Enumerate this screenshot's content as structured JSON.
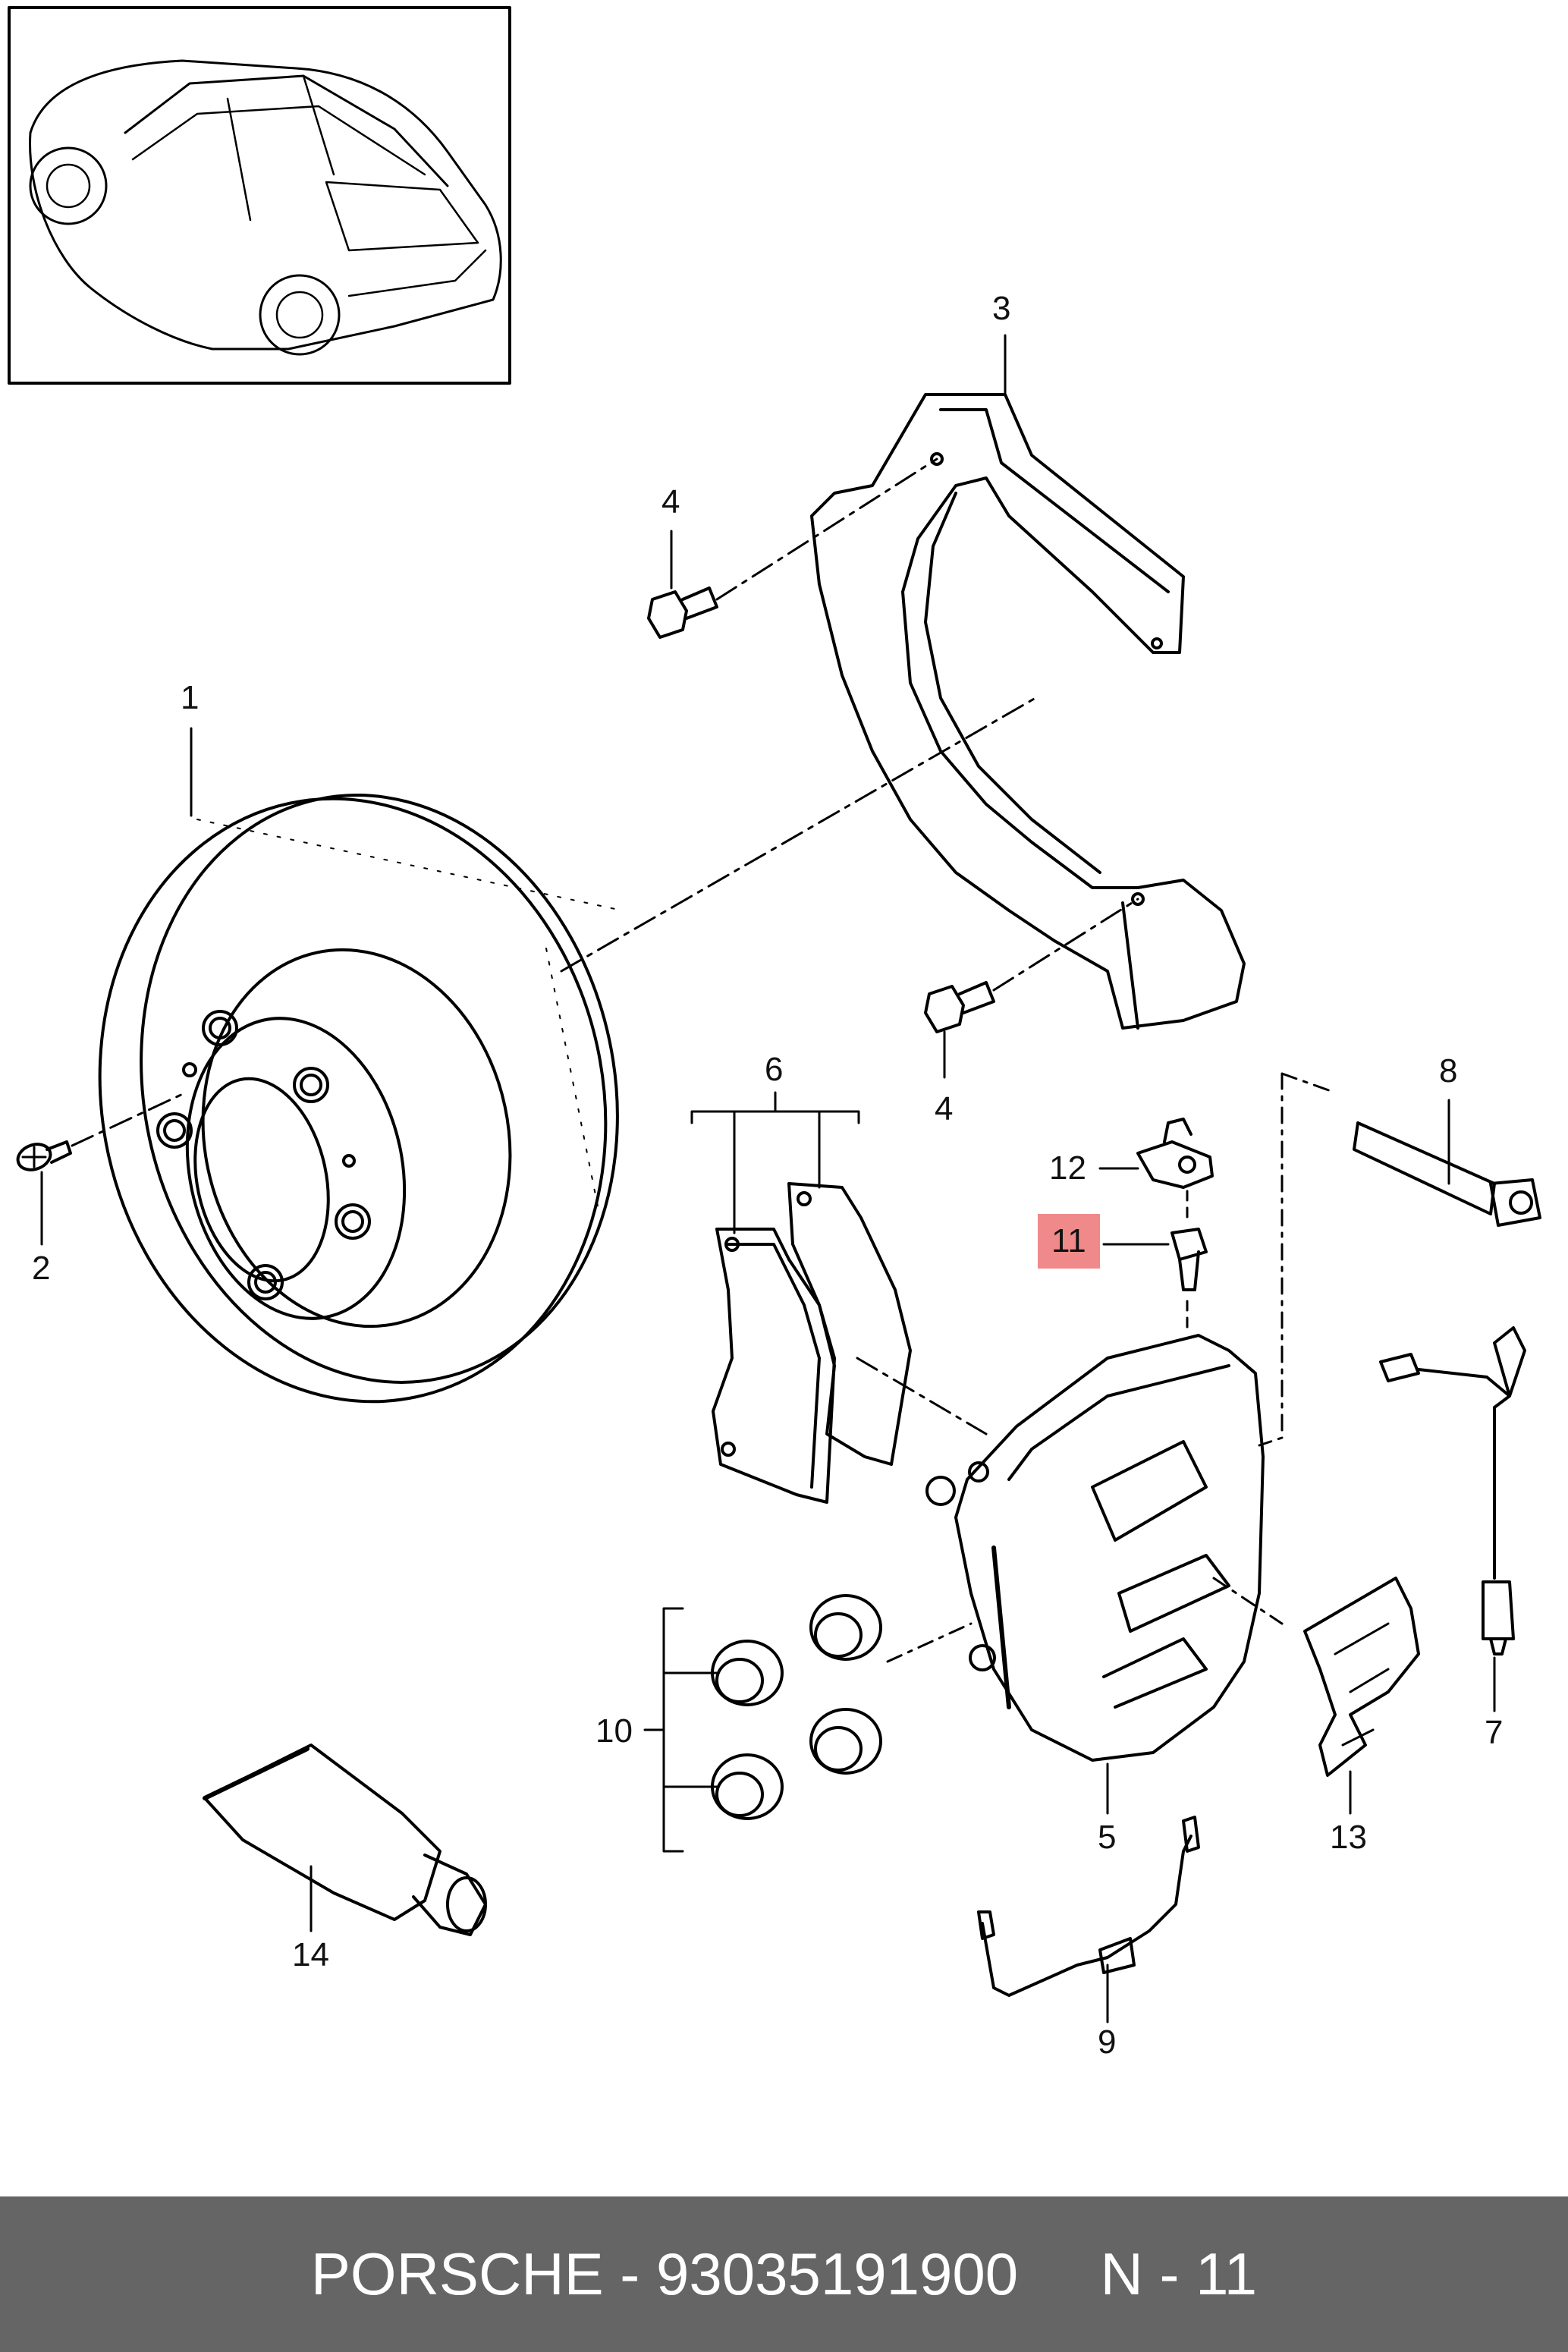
{
  "callouts": {
    "c1": "1",
    "c2": "2",
    "c3": "3",
    "c4a": "4",
    "c4b": "4",
    "c5": "5",
    "c6": "6",
    "c7": "7",
    "c8": "8",
    "c9": "9",
    "c10": "10",
    "c11": "11",
    "c12": "12",
    "c13": "13",
    "c14": "14"
  },
  "highlighted_part": "11",
  "footer": {
    "text": "PORSCHE - 93035191900     N - 11"
  },
  "colors": {
    "line": "#000000",
    "highlight": "#f08a8a",
    "footer_bg": "#656565",
    "footer_text": "#ffffff"
  }
}
